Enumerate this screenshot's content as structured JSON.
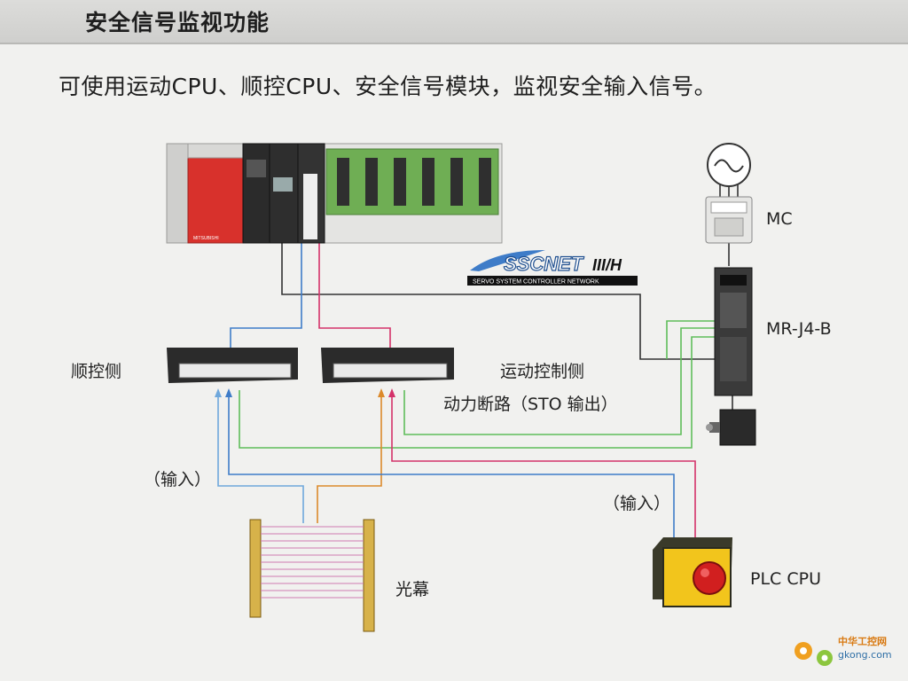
{
  "header": {
    "title": "安全信号监视功能"
  },
  "subtitle": "可使用运动CPU、顺控CPU、安全信号模块，监视安全输入信号。",
  "labels": {
    "mc": "MC",
    "servo_amp": "MR-J4-B",
    "seq_side": "顺控侧",
    "motion_side": "运动控制侧",
    "sto_output": "动力断路（STO 输出）",
    "input_left": "（输入）",
    "input_right": "（输入）",
    "light_curtain": "光幕",
    "plc_cpu": "PLC CPU"
  },
  "network_logo": {
    "brand": "SSCNET",
    "suffix": "III/H",
    "tagline": "SERVO SYSTEM CONTROLLER NETWORK"
  },
  "plc_brand": "MITSUBISHI",
  "watermark": {
    "cn": "中华工控网",
    "url": "gkong.com"
  },
  "colors": {
    "header_bg": "#d6d6d4",
    "plc_red": "#d8312c",
    "io_green": "#6fae54",
    "wire_black": "#333333",
    "wire_blue": "#3e7cc8",
    "wire_red": "#d4326a",
    "wire_orange": "#dc8a2b",
    "wire_green": "#5fbd5a",
    "wire_lightblue": "#6fa8dc",
    "estop_yellow": "#f2c51c",
    "estop_red": "#d11f1f"
  },
  "icons": [
    "ac-source-icon",
    "contactor-icon",
    "servo-amplifier-icon",
    "servo-motor-icon",
    "light-curtain-icon",
    "emergency-stop-icon",
    "terminal-block-icon"
  ]
}
